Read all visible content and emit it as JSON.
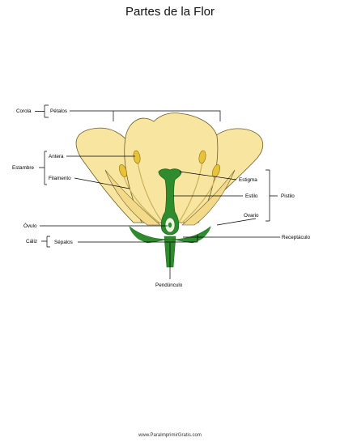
{
  "title": "Partes de la Flor",
  "footer": "www.ParaImprimirGratis.com",
  "colors": {
    "petal": "#F8E6A0",
    "petal_outline": "#6B5A2A",
    "anther": "#E8C33A",
    "stem": "#2E8B2E",
    "stem_dark": "#1F6B1F",
    "ovary_center": "#EEF6E0"
  },
  "labels": {
    "corola": "Corola",
    "petalos": "Pétalos",
    "estambre": "Estambre",
    "antera": "Antera",
    "filamento": "Filamento",
    "estigma": "Estigma",
    "estilo": "Estilo",
    "pistilo": "Pistilo",
    "ovario": "Ovario",
    "ovulo": "Óvulo",
    "caliz": "Cáliz",
    "sepalos": "Sépalos",
    "receptaculo": "Receptáculo",
    "pedunculo": "Pendúnculo"
  }
}
